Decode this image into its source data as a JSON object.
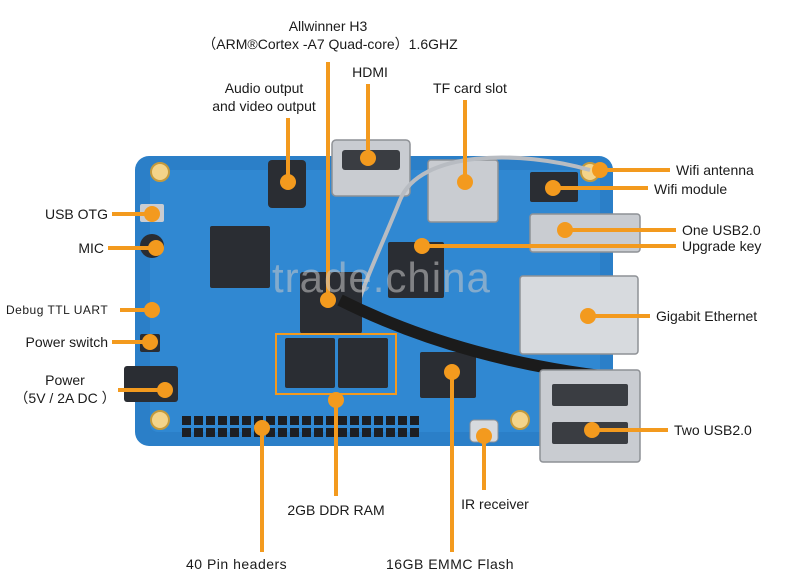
{
  "colors": {
    "pcb": "#2b7fc8",
    "pcb_dark": "#1d5f9c",
    "accent": "#f39a1e",
    "label": "#1a1a1a",
    "metal": "#c9ccd1",
    "chip": "#2a2d33"
  },
  "watermark": "trade.china",
  "labels": {
    "soc_line1": "Allwinner H3",
    "soc_line2": "（ARM®Cortex  -A7 Quad-core）1.6GHZ",
    "hdmi": "HDMI",
    "tf_card": "TF card slot",
    "audio_line1": "Audio output",
    "audio_line2": "and video output",
    "wifi_antenna": "Wifi antenna",
    "wifi_module": "Wifi module",
    "usb_otg": "USB OTG",
    "one_usb": "One USB2.0",
    "mic": "MIC",
    "upgrade_key": "Upgrade key",
    "debug_uart": "Debug  TTL  UART",
    "gigabit": "Gigabit Ethernet",
    "power_switch": "Power switch",
    "power_line1": "Power",
    "power_line2": "（5V / 2A DC ）",
    "two_usb": "Two USB2.0",
    "ddr_ram": "2GB DDR RAM",
    "ir_receiver": "IR receiver",
    "pin_headers": "40 Pin headers",
    "emmc": "16GB EMMC Flash"
  }
}
